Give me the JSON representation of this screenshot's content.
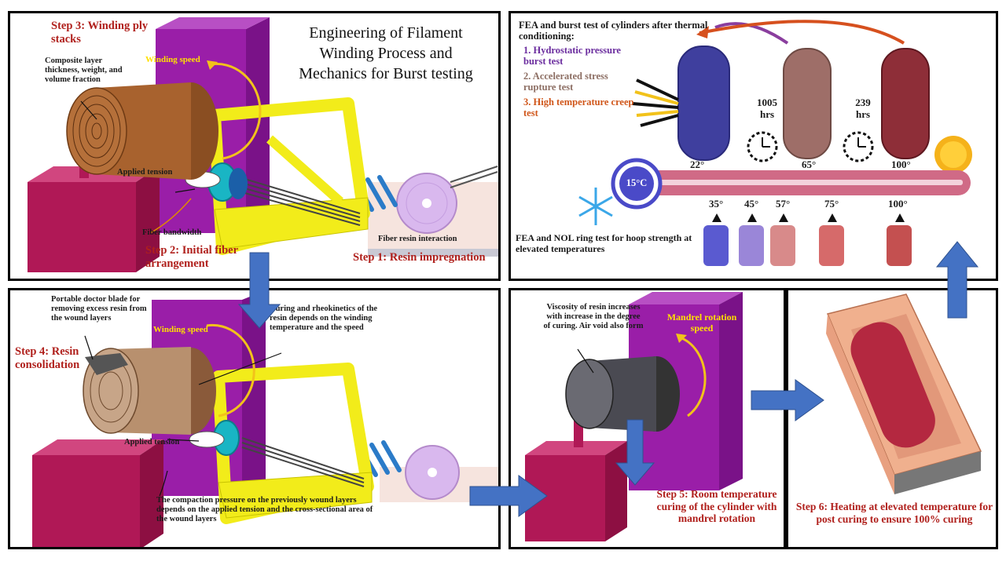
{
  "title_lines": [
    "Engineering of Filament",
    "Winding Process and",
    "Mechanics for Burst testing"
  ],
  "panel1": {
    "step3": "Step 3: Winding ply stacks",
    "composite_note": "Composite layer thickness, weight, and volume fraction",
    "winding_speed": "Winding speed",
    "applied_tension": "Applied tension",
    "fiber_bandwidth": "Fiber bandwidth",
    "step2": "Step 2: Initial fiber arrangement",
    "fiber_resin": "Fiber resin interaction",
    "step1": "Step 1: Resin impregnation"
  },
  "panel2": {
    "fea_title": "FEA and burst test of cylinders after thermal conditioning:",
    "tests": [
      {
        "label": "1. Hydrostatic pressure burst test",
        "color": "#6a2c9e"
      },
      {
        "label": "2. Accelerated stress rupture test",
        "color": "#8c6e63"
      },
      {
        "label": "3. High temperature creep test",
        "color": "#d0561a"
      }
    ],
    "hrs_1005": "1005 hrs",
    "hrs_239": "239 hrs",
    "cyl_temps": [
      "22°",
      "65°",
      "100°"
    ],
    "thermo_label": "15°C",
    "ring_temps": [
      "35°",
      "45°",
      "57°",
      "75°",
      "100°"
    ],
    "nol_note": "FEA and NOL ring test for hoop strength at elevated temperatures"
  },
  "panel3": {
    "doctor_blade": "Portable doctor blade for removing excess resin from the wound layers",
    "step4": "Step 4: Resin consolidation",
    "winding_speed": "Winding speed",
    "curing_note": "Curing and rheokinetics of the resin depends on the winding temperature and the speed",
    "applied_tension": "Applied tension",
    "compaction_note": "The compaction pressure on the previously wound layers depends on the applied tension and the cross-sectional area of the wound layers"
  },
  "panel4": {
    "viscosity_note": "Viscosity of resin increases with increase in the degree of curing. Air void also form",
    "mandrel_speed": "Mandrel rotation speed",
    "step5": "Step 5: Room temperature curing of the cylinder with mandrel rotation"
  },
  "panel5": {
    "step6": "Step 6: Heating at elevated temperature for post curing to ensure 100% curing"
  },
  "colors": {
    "step_red": "#b0201c",
    "flow_blue": "#4472c4",
    "magenta": "#9a1ea8",
    "yellow": "#f2ec1a",
    "crimson": "#b01856"
  }
}
